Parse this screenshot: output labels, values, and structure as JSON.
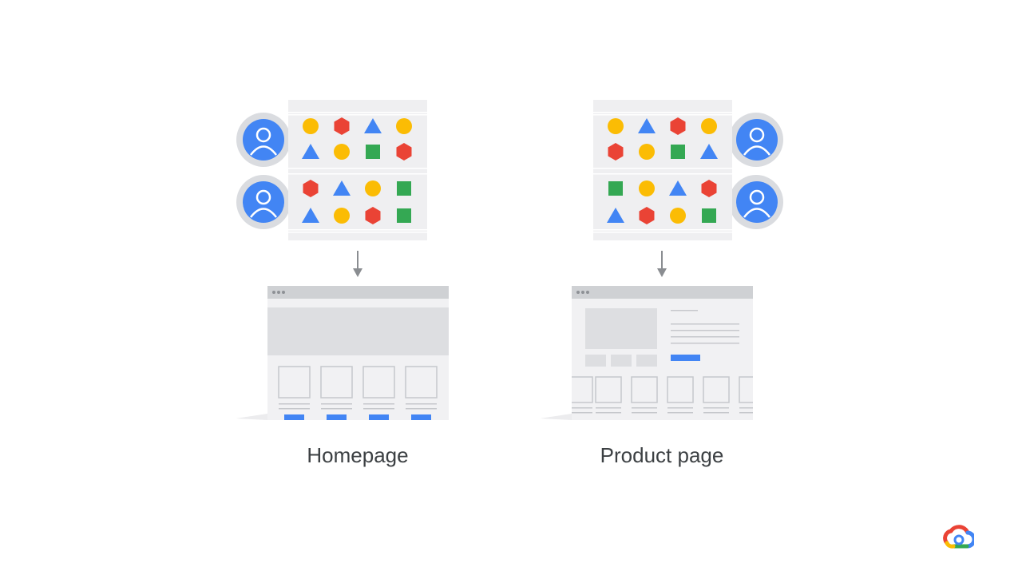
{
  "labels": {
    "homepage": "Homepage",
    "product_page": "Product page"
  },
  "colors": {
    "blue": "#4285f4",
    "red": "#ea4335",
    "yellow": "#fbbc04",
    "green": "#34a853",
    "panel": "#efeff1",
    "avatar_bg": "#dadce0",
    "wireframe": "#c6c8cc",
    "arrow": "#8a8d91"
  },
  "icons": {
    "user_avatar": "person-icon",
    "arrow": "arrow-down-icon",
    "logo": "google-cloud-logo-icon"
  },
  "homepage": {
    "rows": [
      [
        [
          "circle",
          "yellow"
        ],
        [
          "hexagon",
          "red"
        ],
        [
          "triangle",
          "blue"
        ],
        [
          "circle",
          "yellow"
        ]
      ],
      [
        [
          "triangle",
          "blue"
        ],
        [
          "circle",
          "yellow"
        ],
        [
          "square",
          "green"
        ],
        [
          "hexagon",
          "red"
        ]
      ],
      [
        [
          "hexagon",
          "red"
        ],
        [
          "triangle",
          "blue"
        ],
        [
          "circle",
          "yellow"
        ],
        [
          "square",
          "green"
        ]
      ],
      [
        [
          "triangle",
          "blue"
        ],
        [
          "circle",
          "yellow"
        ],
        [
          "hexagon",
          "red"
        ],
        [
          "square",
          "green"
        ]
      ]
    ]
  },
  "product_page": {
    "rows": [
      [
        [
          "circle",
          "yellow"
        ],
        [
          "triangle",
          "blue"
        ],
        [
          "hexagon",
          "red"
        ],
        [
          "circle",
          "yellow"
        ]
      ],
      [
        [
          "hexagon",
          "red"
        ],
        [
          "circle",
          "yellow"
        ],
        [
          "square",
          "green"
        ],
        [
          "triangle",
          "blue"
        ]
      ],
      [
        [
          "square",
          "green"
        ],
        [
          "circle",
          "yellow"
        ],
        [
          "triangle",
          "blue"
        ],
        [
          "hexagon",
          "red"
        ]
      ],
      [
        [
          "triangle",
          "blue"
        ],
        [
          "hexagon",
          "red"
        ],
        [
          "circle",
          "yellow"
        ],
        [
          "square",
          "green"
        ]
      ]
    ]
  }
}
